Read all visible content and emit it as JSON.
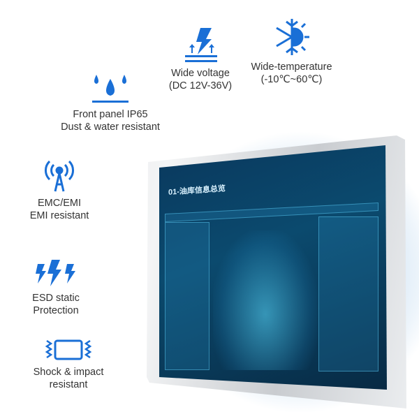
{
  "accent_color": "#1a6fd6",
  "features": [
    {
      "icon": "water-drops-icon",
      "line1": "Front panel IP65",
      "line2": "Dust & water resistant"
    },
    {
      "icon": "voltage-bolt-icon",
      "line1": "Wide voltage",
      "line2": "(DC 12V-36V)"
    },
    {
      "icon": "snow-sun-icon",
      "line1": "Wide-temperature",
      "line2": "(-10℃~60℃)"
    },
    {
      "icon": "antenna-icon",
      "line1": "EMC/EMI",
      "line2": "EMI resistant"
    },
    {
      "icon": "lightning-static-icon",
      "line1": "ESD static",
      "line2": "Protection"
    },
    {
      "icon": "shock-icon",
      "line1": "Shock & impact",
      "line2": "resistant"
    }
  ],
  "screen": {
    "title": "01-油库信息总览"
  }
}
